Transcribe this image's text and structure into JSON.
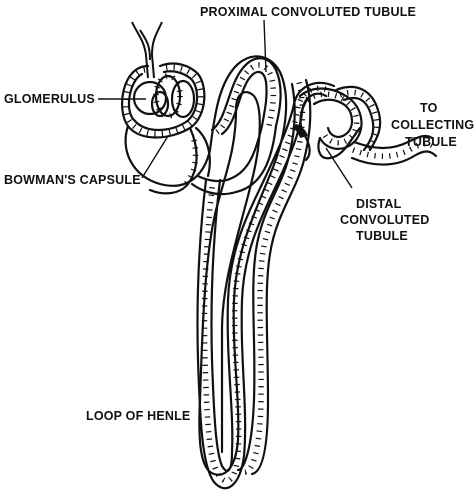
{
  "labels": {
    "proximal": "PROXIMAL CONVOLUTED TUBULE",
    "glomerulus": "GLOMERULUS",
    "bowman": "BOWMAN'S CAPSULE",
    "to_line1": "TO",
    "to_line2": "COLLECTING",
    "to_line3": "TUBULE",
    "distal_line1": "DISTAL",
    "distal_line2": "CONVOLUTED",
    "distal_line3": "TUBULE",
    "loop": "LOOP OF HENLE"
  },
  "colors": {
    "ink": "#111111",
    "background": "#ffffff"
  }
}
